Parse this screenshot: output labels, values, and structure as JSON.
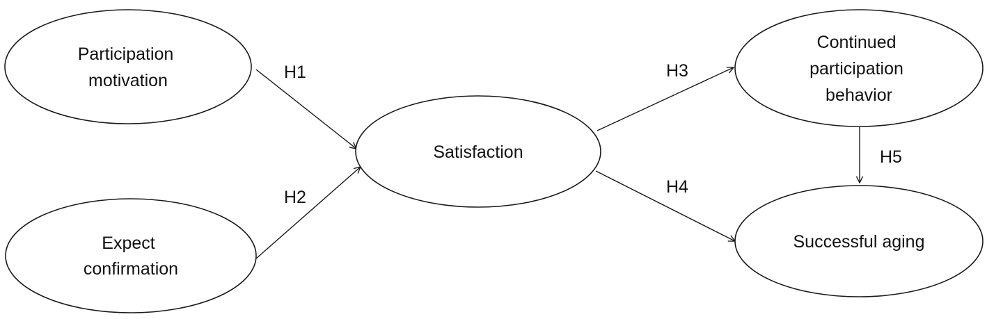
{
  "nodes": {
    "participation_motivation": {
      "lines": [
        "Participation",
        "motivation"
      ]
    },
    "expect_confirmation": {
      "lines": [
        "Expect",
        "confirmation"
      ]
    },
    "satisfaction": {
      "lines": [
        "Satisfaction"
      ]
    },
    "continued_participation_behavior": {
      "lines": [
        "Continued",
        "participation",
        "behavior"
      ]
    },
    "successful_aging": {
      "lines": [
        "Successful aging"
      ]
    }
  },
  "edges": [
    {
      "from": "participation_motivation",
      "to": "satisfaction",
      "label": "H1"
    },
    {
      "from": "expect_confirmation",
      "to": "satisfaction",
      "label": "H2"
    },
    {
      "from": "satisfaction",
      "to": "continued_participation_behavior",
      "label": "H3"
    },
    {
      "from": "satisfaction",
      "to": "successful_aging",
      "label": "H4"
    },
    {
      "from": "continued_participation_behavior",
      "to": "successful_aging",
      "label": "H5"
    }
  ],
  "colors": {
    "stroke": "#1a1a1a",
    "text": "#111111",
    "background": "#ffffff"
  }
}
